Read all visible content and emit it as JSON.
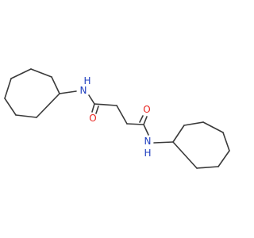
{
  "molecule": {
    "atom_labels": {
      "n1_label": "N",
      "h1_label": "H",
      "o1_label": "O",
      "o2_label": "O",
      "n2_label": "N",
      "h2_label": "H"
    },
    "colors": {
      "bond": "#3a3a3a",
      "nitrogen": "#1f3fbf",
      "oxygen": "#e8231e"
    }
  }
}
